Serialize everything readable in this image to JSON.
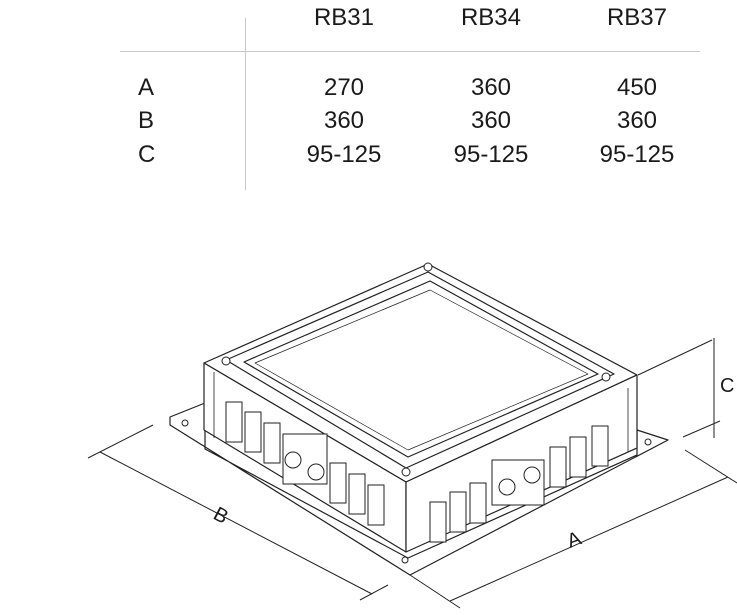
{
  "table": {
    "columns": [
      "RB31",
      "RB34",
      "RB37"
    ],
    "rows": [
      {
        "label": "A",
        "values": [
          "270",
          "360",
          "450"
        ]
      },
      {
        "label": "B",
        "values": [
          "360",
          "360",
          "360"
        ]
      },
      {
        "label": "C",
        "values": [
          "95-125",
          "95-125",
          "95-125"
        ]
      }
    ]
  },
  "drawing": {
    "dim_a": "A",
    "dim_b": "B",
    "dim_c": "C"
  }
}
